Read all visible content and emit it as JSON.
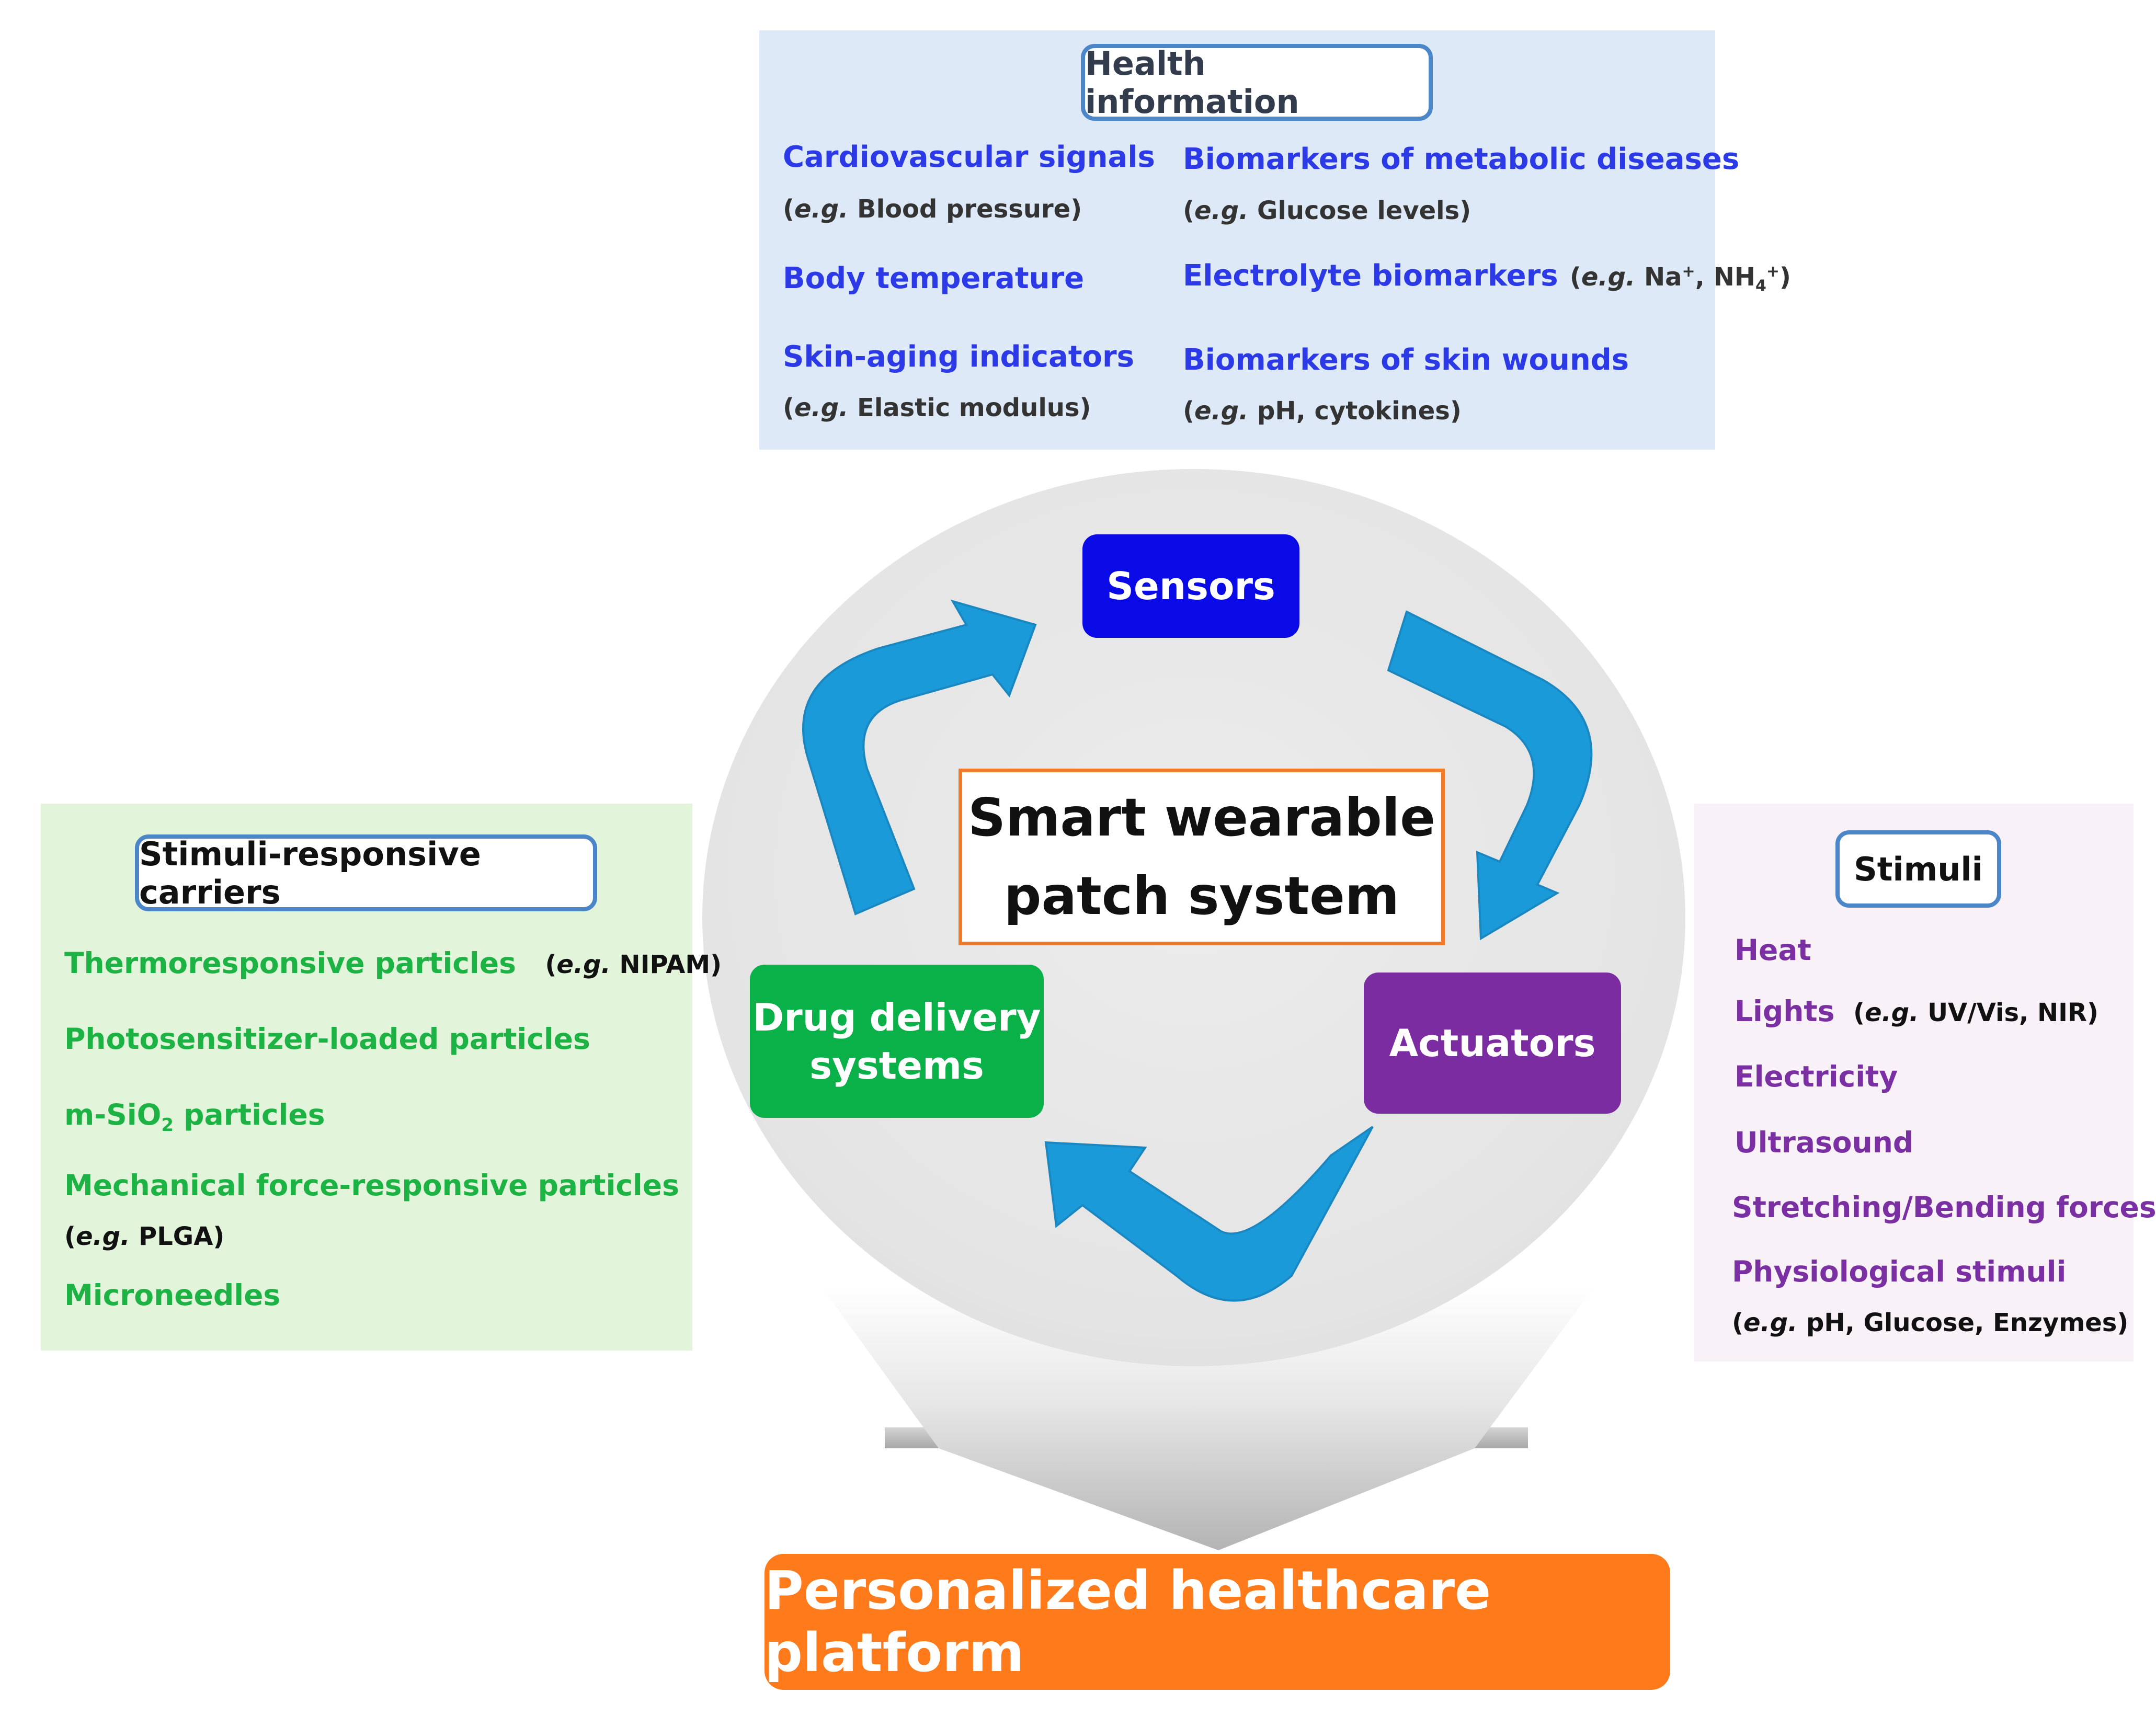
{
  "health_information": {
    "title": "Health information",
    "cardiovascular": "Cardiovascular signals",
    "cardiovascular_eg_prefix": "(",
    "cardiovascular_eg_italic": "e.g.",
    "cardiovascular_eg_text": " Blood  pressure)",
    "body_temperature": "Body temperature",
    "skin_aging": "Skin-aging indicators",
    "skin_aging_eg_italic": "e.g.",
    "skin_aging_eg_text": " Elastic modulus)",
    "metabolic": "Biomarkers of metabolic diseases",
    "metabolic_eg_italic": "e.g.",
    "metabolic_eg_text": " Glucose  levels)",
    "electrolyte": "Electrolyte biomarkers",
    "electrolyte_eg_italic": "e.g.",
    "electrolyte_eg_text_1": " Na",
    "electrolyte_sup_1": "+",
    "electrolyte_eg_text_2": ",  NH",
    "electrolyte_sub": "4",
    "electrolyte_sup_2": "+",
    "electrolyte_close": ")",
    "wounds": "Biomarkers of skin wounds",
    "wounds_eg_italic": "e.g.",
    "wounds_eg_text": " pH,  cytokines)"
  },
  "carriers": {
    "title": "Stimuli-responsive carriers",
    "thermo": "Thermoresponsive particles",
    "thermo_eg_italic": "e.g.",
    "thermo_eg_text": " NIPAM)",
    "photo": "Photosensitizer-loaded particles",
    "msio_prefix": "m-SiO",
    "msio_sub": "2",
    "msio_suffix": " particles",
    "mechanical": "Mechanical force-responsive particles",
    "mechanical_eg_italic": "e.g.",
    "mechanical_eg_text": " PLGA)",
    "microneedles": "Microneedles"
  },
  "stimuli": {
    "title": "Stimuli",
    "heat": "Heat",
    "lights": "Lights",
    "lights_eg_italic": "e.g.",
    "lights_eg_text": " UV/Vis,  NIR)",
    "electricity": "Electricity",
    "ultrasound": "Ultrasound",
    "stretching": "Stretching/Bending forces",
    "physiological": "Physiological stimuli",
    "physiological_eg_italic": "e.g.",
    "physiological_eg_text": " pH,  Glucose,  Enzymes)"
  },
  "cycle": {
    "sensors": "Sensors",
    "drug_line1": "Drug delivery",
    "drug_line2": "systems",
    "actuators": "Actuators",
    "center_line1": "Smart wearable",
    "center_line2": "patch system"
  },
  "platform": "Personalized healthcare platform",
  "colors": {
    "sensors": "#0a0ae6",
    "drug_delivery": "#0ab048",
    "actuators": "#7b2ca0",
    "center_border": "#f07b2a",
    "platform": "#ff7a1a",
    "arrows": "#1a9ad8",
    "health_text": "#2b3ae6",
    "carrier_text": "#1db344",
    "stimuli_text": "#7a2fa3"
  },
  "icons": [
    "curved-arrow-icon",
    "funnel-arrow-icon"
  ]
}
